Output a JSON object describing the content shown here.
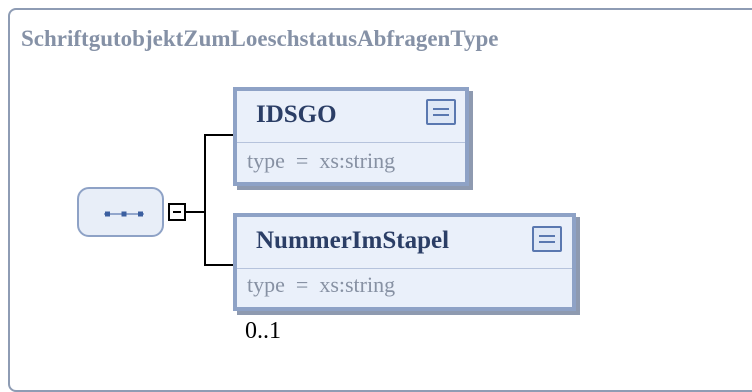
{
  "complex_type": {
    "name": "SchriftgutobjektZumLoeschstatusAbfragenType"
  },
  "sequence": {
    "icon": "sequence-compositor-icon",
    "expander_icon": "collapse-minus-icon"
  },
  "elements": [
    {
      "name": "IDSGO",
      "type_label": "type",
      "type_eq": "=",
      "type_value": "xs:string",
      "doc_icon": "documentation-icon",
      "cardinality": ""
    },
    {
      "name": "NummerImStapel",
      "type_label": "type",
      "type_eq": "=",
      "type_value": "xs:string",
      "doc_icon": "documentation-icon",
      "cardinality": "0..1"
    }
  ],
  "colors": {
    "border": "#8ea2c6",
    "fill": "#eaf0fa",
    "name_text": "#2b3e66",
    "type_text": "#8791a3",
    "title_text": "#8591a6"
  }
}
